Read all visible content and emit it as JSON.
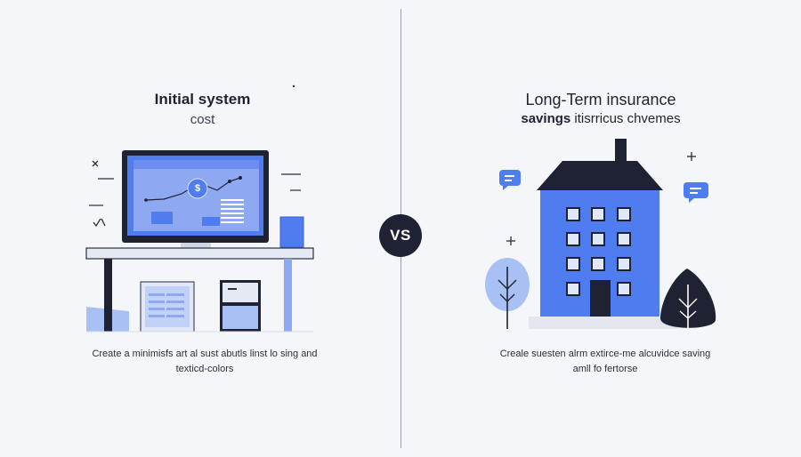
{
  "left": {
    "title": "Initial system",
    "subtitle": "cost",
    "caption_line1": "Create a minimisfs art al sust abutls linst lo sing and",
    "caption_line2": "texticd-colors",
    "monitor_symbol": "$"
  },
  "vs_label": "VS",
  "right": {
    "title": "Long-Term insurance",
    "subtitle_bold": "savings",
    "subtitle_rest": " itisrricus chvemes",
    "caption_line1": "Creale suesten alrm extirce-me alcuvidce saving",
    "caption_line2": "amll fo fertorse"
  },
  "colors": {
    "accent_blue": "#4f7df0",
    "dark_navy": "#1e2233",
    "light_blue": "#a9c0f5",
    "background": "#f5f6fa"
  },
  "icons": [
    "dollar-icon",
    "chat-bubble-icon",
    "plus-icon",
    "check-icon",
    "close-icon",
    "tree-icon",
    "house-icon"
  ]
}
